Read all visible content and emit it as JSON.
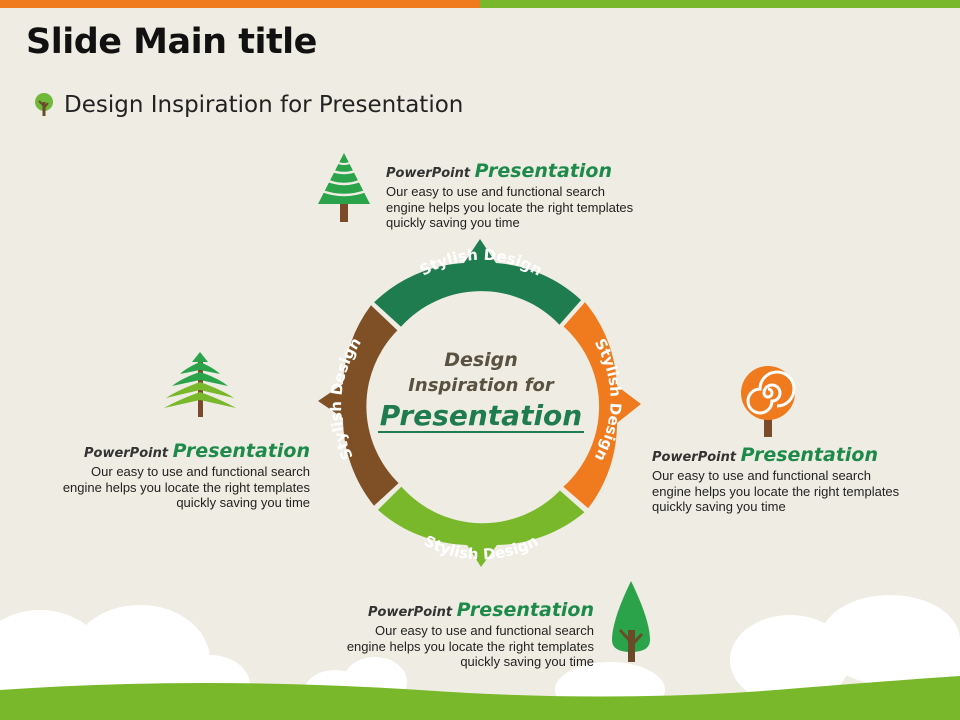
{
  "slide": {
    "title": "Slide Main title",
    "subtitle": "Design Inspiration for Presentation"
  },
  "cycle": {
    "center_line1": "Design",
    "center_line2": "Inspiration for",
    "center_line3": "Presentation",
    "segments": [
      {
        "label": "Stylish Design",
        "color": "#1e7c4f"
      },
      {
        "label": "Stylish Design",
        "color": "#f07a1e"
      },
      {
        "label": "Stylish Design",
        "color": "#78b82a"
      },
      {
        "label": "Stylish Design",
        "color": "#7f5025"
      }
    ]
  },
  "blocks": {
    "top": {
      "head_small": "PowerPoint ",
      "head_big": "Presentation",
      "desc": "Our easy to use and functional search engine helps you locate the right templates quickly saving you time"
    },
    "left": {
      "head_small": "PowerPoint ",
      "head_big": "Presentation",
      "desc": "Our easy to use and functional search engine helps you locate the right templates quickly saving you time"
    },
    "right": {
      "head_small": "PowerPoint ",
      "head_big": "Presentation",
      "desc": "Our easy to use and functional search engine helps you locate the right templates quickly saving you time"
    },
    "bottom": {
      "head_small": "PowerPoint ",
      "head_big": "Presentation",
      "desc": "Our easy to use and functional search engine helps you locate the right templates quickly saving you time"
    }
  },
  "icons": [
    "tree-icon",
    "striped-pine-tree-icon",
    "fir-tree-icon",
    "spiral-lollipop-tree-icon",
    "cone-tree-icon",
    "cloud",
    "grass-hill"
  ]
}
